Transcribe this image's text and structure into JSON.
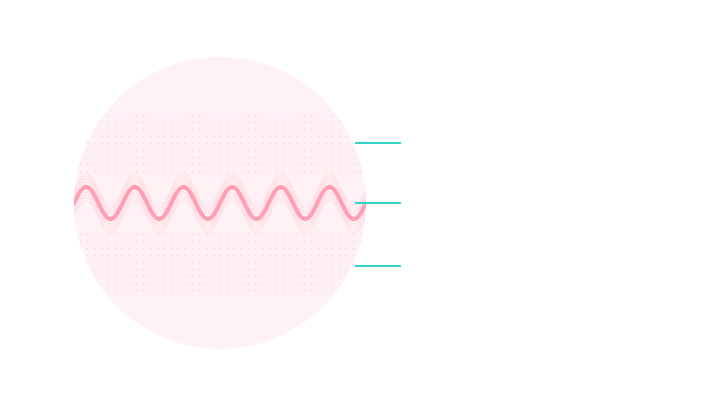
{
  "diagram": {
    "colors": {
      "background": "#ffffff",
      "circle_fill": "#fff2f4",
      "pattern_dot": "#ffdfe6",
      "wave_main": "#ff9fb2",
      "wave_halo": "#ffc4d0",
      "leader_line": "#2ed6c8"
    },
    "wave": {
      "cycles": 6
    },
    "leaders": [
      {
        "id": "upper",
        "label": ""
      },
      {
        "id": "middle",
        "label": ""
      },
      {
        "id": "lower",
        "label": ""
      }
    ]
  }
}
